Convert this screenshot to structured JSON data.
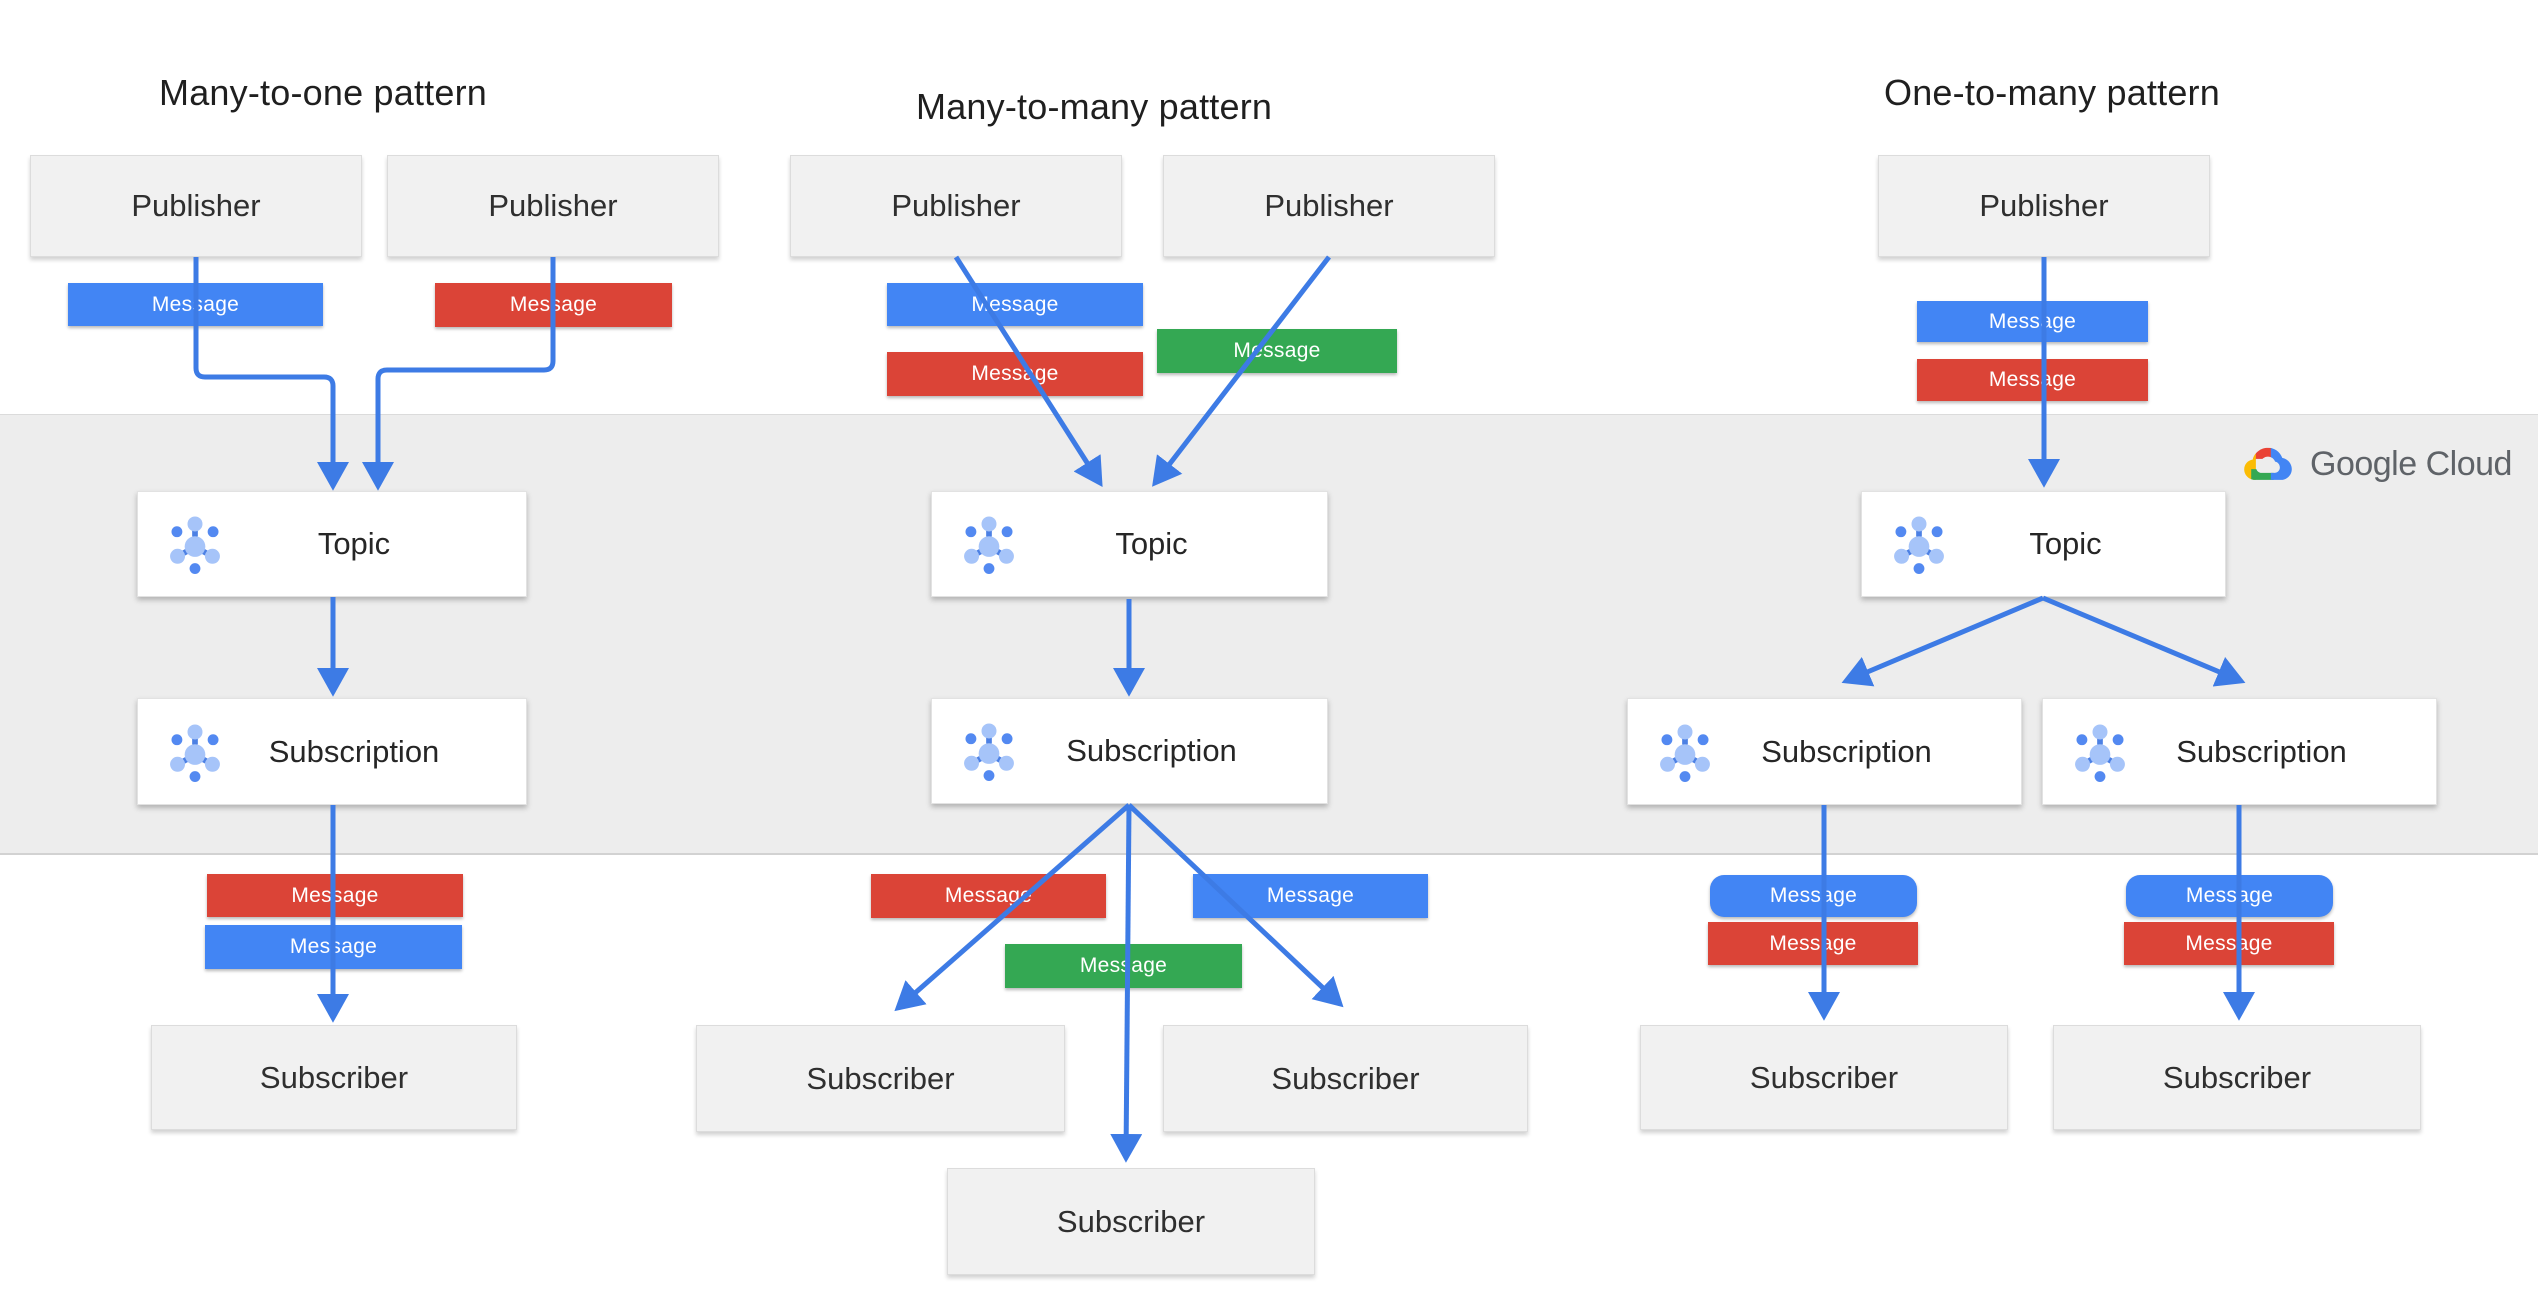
{
  "titles": {
    "many_to_one": "Many-to-one pattern",
    "many_to_many": "Many-to-many pattern",
    "one_to_many": "One-to-many pattern"
  },
  "labels": {
    "publisher": "Publisher",
    "topic": "Topic",
    "subscription": "Subscription",
    "subscriber": "Subscriber",
    "message": "Message"
  },
  "brand": {
    "name": "Google Cloud"
  },
  "colors": {
    "message_blue": "#4285F4",
    "message_red": "#DB4437",
    "message_green": "#34A853",
    "arrow_blue": "#3D7BE5",
    "cloud_band_gray": "#EDEDED",
    "logo_red": "#EA4335",
    "logo_yellow": "#FBBC05",
    "logo_green": "#34A853",
    "logo_blue": "#4285F4",
    "logo_text_gray": "#5F6368"
  },
  "icons": {
    "pubsub": "pubsub-icon",
    "cloud": "google-cloud-icon"
  },
  "patterns": [
    {
      "title": "Many-to-one pattern",
      "publishers": 2,
      "published_messages": [
        "blue",
        "red"
      ],
      "topics": 1,
      "subscriptions": 1,
      "delivered_messages": [
        "red",
        "blue"
      ],
      "subscribers": 1
    },
    {
      "title": "Many-to-many pattern",
      "publishers": 2,
      "published_messages": [
        "blue",
        "red",
        "green"
      ],
      "topics": 1,
      "subscriptions": 1,
      "delivered_messages": [
        "red",
        "green",
        "blue"
      ],
      "subscribers": 3
    },
    {
      "title": "One-to-many pattern",
      "publishers": 1,
      "published_messages": [
        "blue",
        "red"
      ],
      "topics": 1,
      "subscriptions": 2,
      "delivered_messages": [
        "blue",
        "red",
        "blue",
        "red"
      ],
      "subscribers": 2
    }
  ]
}
